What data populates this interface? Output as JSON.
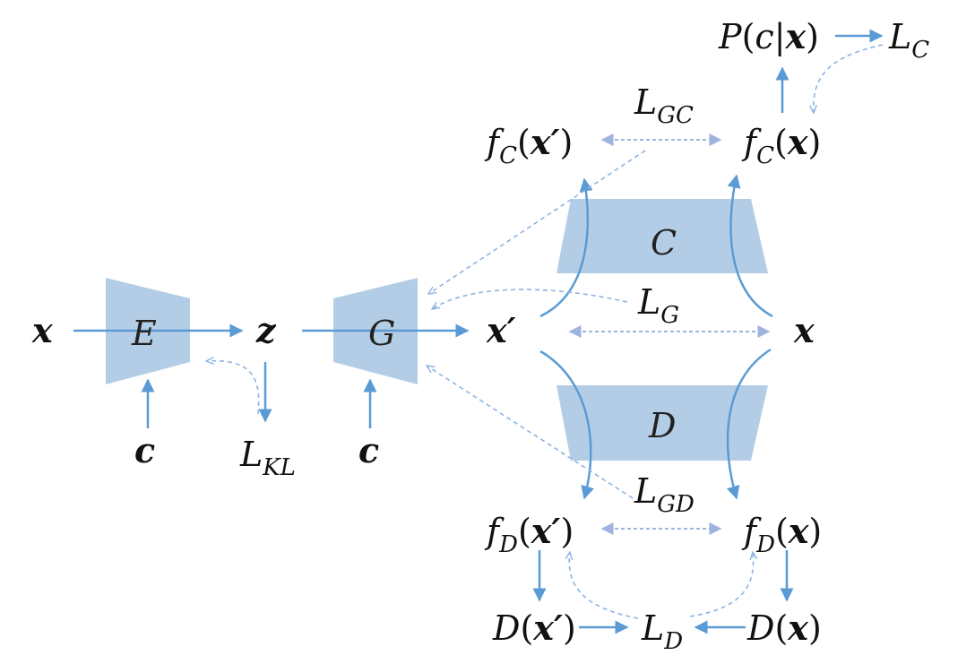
{
  "blocks": {
    "encoder": "E",
    "generator": "G",
    "classifier": "C",
    "discriminator": "D"
  },
  "nodes": {
    "x_input": "x",
    "c_encoder": "c",
    "z": "z",
    "c_generator": "c",
    "x_prime": "x′",
    "x_real": "x",
    "l_kl": {
      "base": "L",
      "sub": "KL"
    },
    "l_g": {
      "base": "L",
      "sub": "G"
    },
    "l_gc": {
      "base": "L",
      "sub": "GC"
    },
    "l_gd": {
      "base": "L",
      "sub": "GD"
    },
    "l_c": {
      "base": "L",
      "sub": "C"
    },
    "l_d": {
      "base": "L",
      "sub": "D"
    },
    "fc_xprime": {
      "f": "f",
      "sub": "C",
      "open": "(",
      "arg": "x′",
      "close": ")"
    },
    "fc_x": {
      "f": "f",
      "sub": "C",
      "open": "(",
      "arg": "x",
      "close": ")"
    },
    "fd_xprime": {
      "f": "f",
      "sub": "D",
      "open": "(",
      "arg": "x′",
      "close": ")"
    },
    "fd_x": {
      "f": "f",
      "sub": "D",
      "open": "(",
      "arg": "x",
      "close": ")"
    },
    "p_cx": {
      "p": "P",
      "open": "(",
      "c": "c",
      "bar": "|",
      "arg": "x",
      "close": ")"
    },
    "d_xprime": {
      "d": "D",
      "open": "(",
      "arg": "x′",
      "close": ")"
    },
    "d_x": {
      "d": "D",
      "open": "(",
      "arg": "x",
      "close": ")"
    }
  },
  "colors": {
    "block_fill": "#b4cde6",
    "solid_arrow": "#5b9bd5",
    "dashed_arrow": "#8eb4e3",
    "text": "#111111"
  }
}
